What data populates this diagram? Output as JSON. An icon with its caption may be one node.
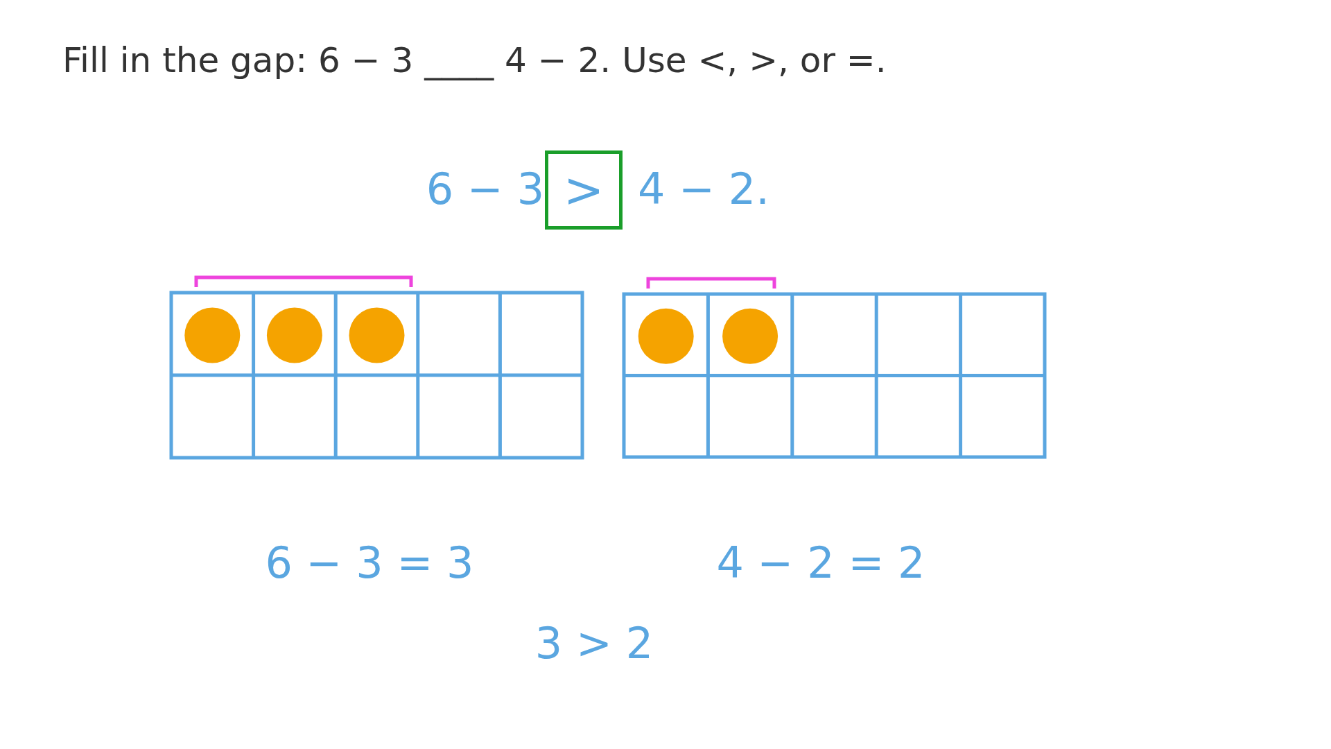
{
  "diagram": {
    "title": "Fill in the gap: 6 − 3 ____ 4 − 2. Use <, >, or =.",
    "nodes": [
      {
        "text": [
          ">"
        ]
      }
    ],
    "labels": [
      "6 − 3",
      "4 − 2.",
      "6 − 3 = 3",
      "4 − 2 = 2",
      "3 > 2"
    ]
  }
}
